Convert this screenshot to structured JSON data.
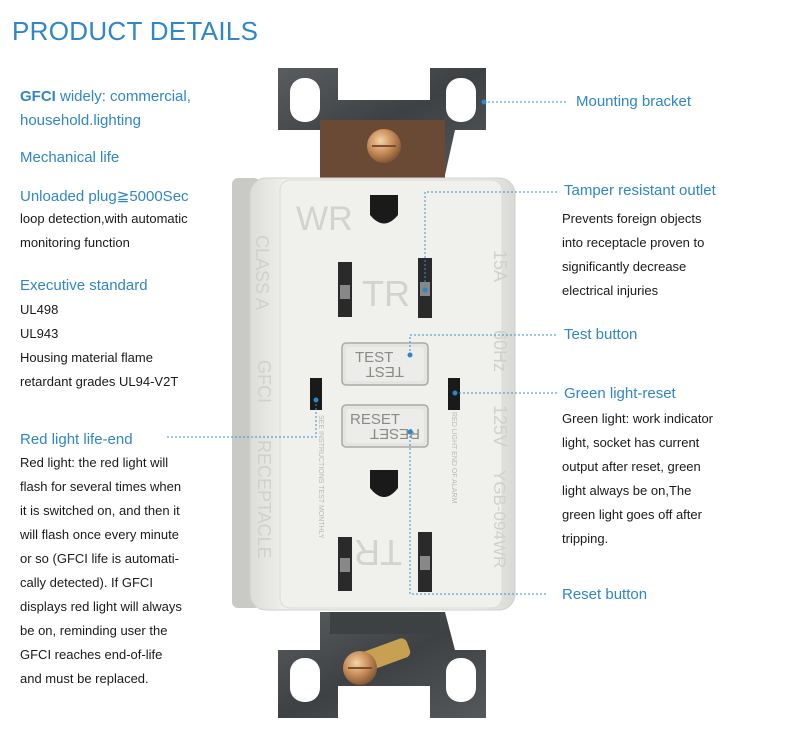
{
  "title": "PRODUCT DETAILS",
  "left": {
    "gfci_keyword": "GFCI",
    "gfci_line1_rest": " widely: commercial,",
    "gfci_line2": "household.lighting",
    "mechanical_life": "Mechanical life",
    "unloaded_plug": "Unloaded plug≧5000Sec",
    "loop_detection_1": "loop detection,with automatic",
    "loop_detection_2": "monitoring function",
    "executive_standard": "Executive standard",
    "standards": [
      "UL498",
      "UL943",
      "Housing material flame",
      "retardant grades UL94-V2T"
    ],
    "red_light_heading": "Red light life-end",
    "red_light_text": [
      "Red light: the red light will",
      "flash for several times when",
      "it is switched on, and then it",
      "will flash once every minute",
      "or so (GFCI life is automati-",
      "cally detected). If GFCI",
      "displays red light will always",
      "be on, reminding user the",
      "GFCI reaches end-of-life",
      "and must be replaced."
    ]
  },
  "right": {
    "mounting_bracket": "Mounting bracket",
    "tamper_heading": "Tamper resistant outlet",
    "tamper_text": [
      "Prevents foreign objects",
      "into receptacle proven to",
      "significantly decrease",
      "electrical injuries"
    ],
    "test_button": "Test button",
    "green_heading": "Green light-reset",
    "green_text": [
      "Green light: work indicator",
      "light, socket has current",
      "output after reset, green",
      "light always be on,The",
      "green light goes off after",
      "tripping."
    ],
    "reset_button": "Reset button"
  },
  "device": {
    "faceplate_text": {
      "wr": "WR",
      "tr_top": "TR",
      "tr_bottom": "TR",
      "class_a": "CLASS A",
      "gfci": "GFCI",
      "receptacle": "RECEPTACLE",
      "amp": "15A",
      "hz": "60Hz",
      "volt": "125V",
      "model": "YGB-094WR",
      "test": "TEST",
      "reset": "RESET",
      "small_left": "SEE INSTRUCTIONS TEST MONTHLY",
      "small_right": "RED LIGHT END OF ALARM"
    }
  },
  "colors": {
    "accent": "#2f86c9",
    "text": "#1a1a1a",
    "faceplate": "#eeeeea",
    "bracket": "#4a4d4f",
    "screw": "#c98f5a"
  }
}
